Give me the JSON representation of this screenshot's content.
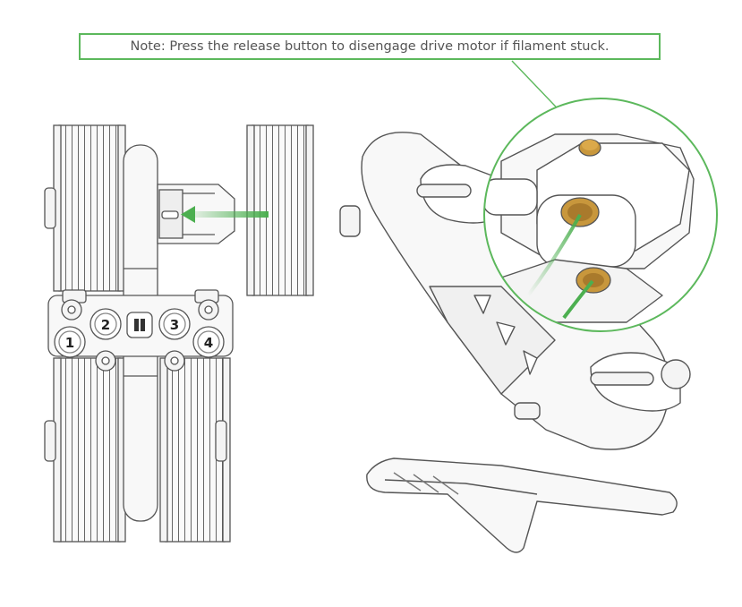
{
  "note": {
    "text": "Note: Press the release button to disengage drive motor if filament stuck."
  },
  "slots": [
    {
      "label": "1"
    },
    {
      "label": "2"
    },
    {
      "label": "3"
    },
    {
      "label": "4"
    }
  ],
  "colors": {
    "accent_green": "#5cb85c",
    "arrow_green": "#4caf50",
    "highlight_gold": "#c8973c",
    "line_gray": "#555555",
    "fill_light": "#f4f4f4"
  }
}
